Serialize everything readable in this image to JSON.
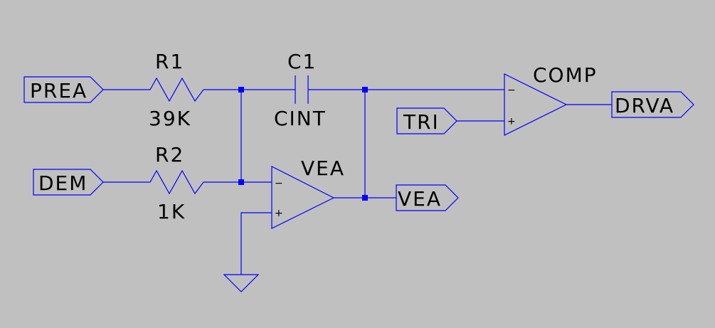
{
  "colors": {
    "background": "#c0c0c0",
    "wire": "#0000ff",
    "text": "#000000"
  },
  "ports": {
    "prea": "PREA",
    "dem": "DEM",
    "tri": "TRI",
    "vea_out": "VEA",
    "drva": "DRVA"
  },
  "components": {
    "r1": {
      "name": "R1",
      "value": "39K"
    },
    "r2": {
      "name": "R2",
      "value": "1K"
    },
    "c1": {
      "name": "C1",
      "value": "CINT"
    },
    "vea": {
      "name": "VEA"
    },
    "comp": {
      "name": "COMP"
    }
  },
  "pin_symbols": {
    "minus": "−",
    "plus": "+"
  },
  "icons": {
    "resistor": "resistor-icon",
    "capacitor": "capacitor-icon",
    "opamp": "opamp-icon",
    "ground": "ground-icon",
    "port": "port-flag-icon",
    "junction": "junction-dot"
  }
}
